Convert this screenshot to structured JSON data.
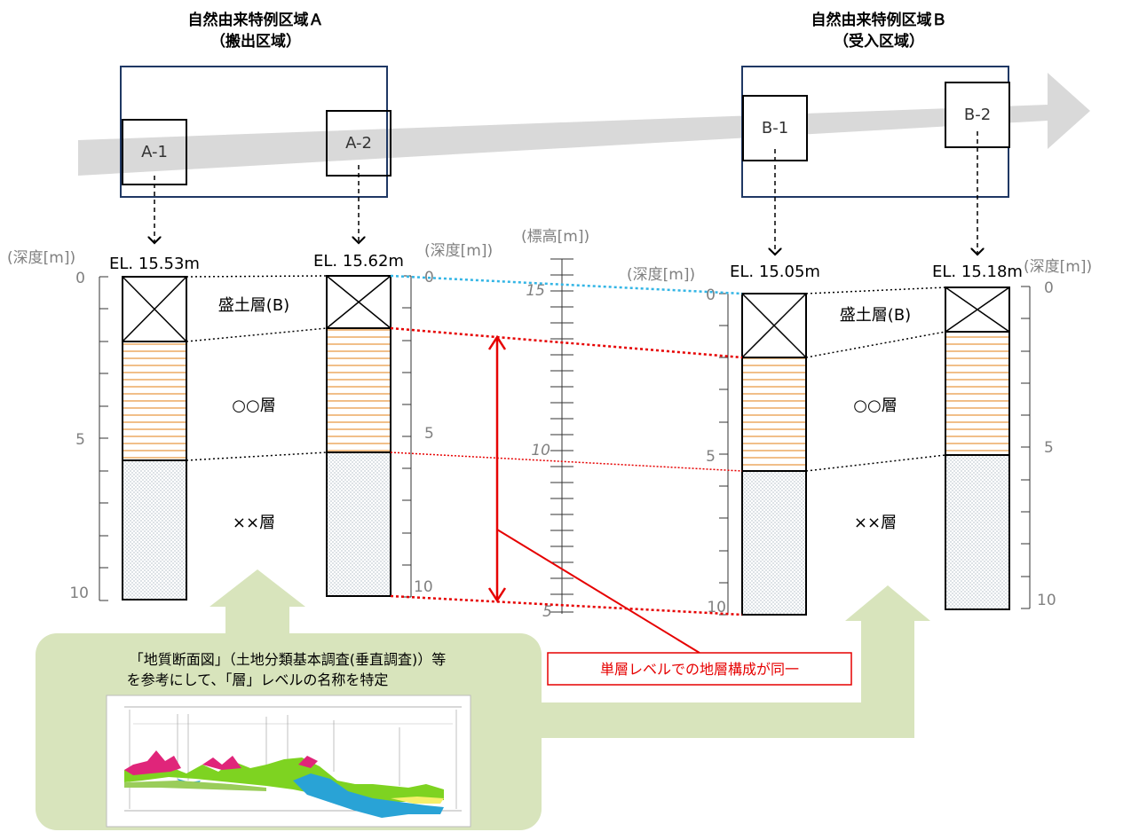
{
  "area_a": {
    "title": "自然由来特例区域Ａ",
    "subtitle": "（搬出区域）"
  },
  "area_b": {
    "title": "自然由来特例区域Ｂ",
    "subtitle": "（受入区域）"
  },
  "points": {
    "a1": "A-1",
    "a2": "A-2",
    "b1": "B-1",
    "b2": "B-2"
  },
  "elevations": {
    "a1": "EL. 15.53m",
    "a2": "EL. 15.62m",
    "b1": "EL. 15.05m",
    "b2": "EL. 15.18m"
  },
  "depth_label": "(深度[m])",
  "elev_label": "(標高[m])",
  "depth_ticks": {
    "d0": "0",
    "d5": "5",
    "d10": "10"
  },
  "elev_ticks": {
    "e15": "15",
    "e10": "10",
    "e5": "5"
  },
  "layers": {
    "fill": "盛土層(B)",
    "middle": "○○層",
    "lower": "××層"
  },
  "note": {
    "line1": "「地質断面図」（土地分類基本調査(垂直調査)）等",
    "line2": "を参考にして、「層」レベルの名称を特定"
  },
  "callout": "単層レベルでの地層構成が同一",
  "colors": {
    "red": "#e60000",
    "blue_dotted": "#33b5e5",
    "green_panel": "#d8e4bc",
    "navy_frame": "#1f3864",
    "arrow_gray": "#d9d9d9",
    "orange_stripes": "#e8943a"
  }
}
